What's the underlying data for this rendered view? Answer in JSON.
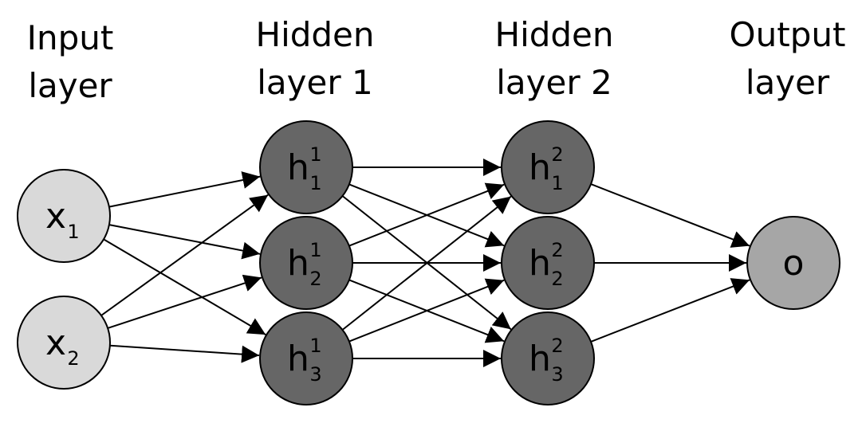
{
  "layers": [
    {
      "title_line1": "Input",
      "title_line2": "layer"
    },
    {
      "title_line1": "Hidden",
      "title_line2": "layer 1"
    },
    {
      "title_line1": "Hidden",
      "title_line2": "layer 2"
    },
    {
      "title_line1": "Output",
      "title_line2": "layer"
    }
  ],
  "nodes": {
    "input": [
      {
        "base": "x",
        "sub": "1",
        "sup": ""
      },
      {
        "base": "x",
        "sub": "2",
        "sup": ""
      }
    ],
    "hidden1": [
      {
        "base": "h",
        "sub": "1",
        "sup": "1"
      },
      {
        "base": "h",
        "sub": "2",
        "sup": "1"
      },
      {
        "base": "h",
        "sub": "3",
        "sup": "1"
      }
    ],
    "hidden2": [
      {
        "base": "h",
        "sub": "1",
        "sup": "2"
      },
      {
        "base": "h",
        "sub": "2",
        "sup": "2"
      },
      {
        "base": "h",
        "sub": "3",
        "sup": "2"
      }
    ],
    "output": [
      {
        "base": "o",
        "sub": "",
        "sup": ""
      }
    ]
  },
  "colors": {
    "input_fill": "#d9d9d9",
    "hidden_fill": "#666666",
    "output_fill": "#a6a6a6",
    "stroke": "#000000"
  }
}
